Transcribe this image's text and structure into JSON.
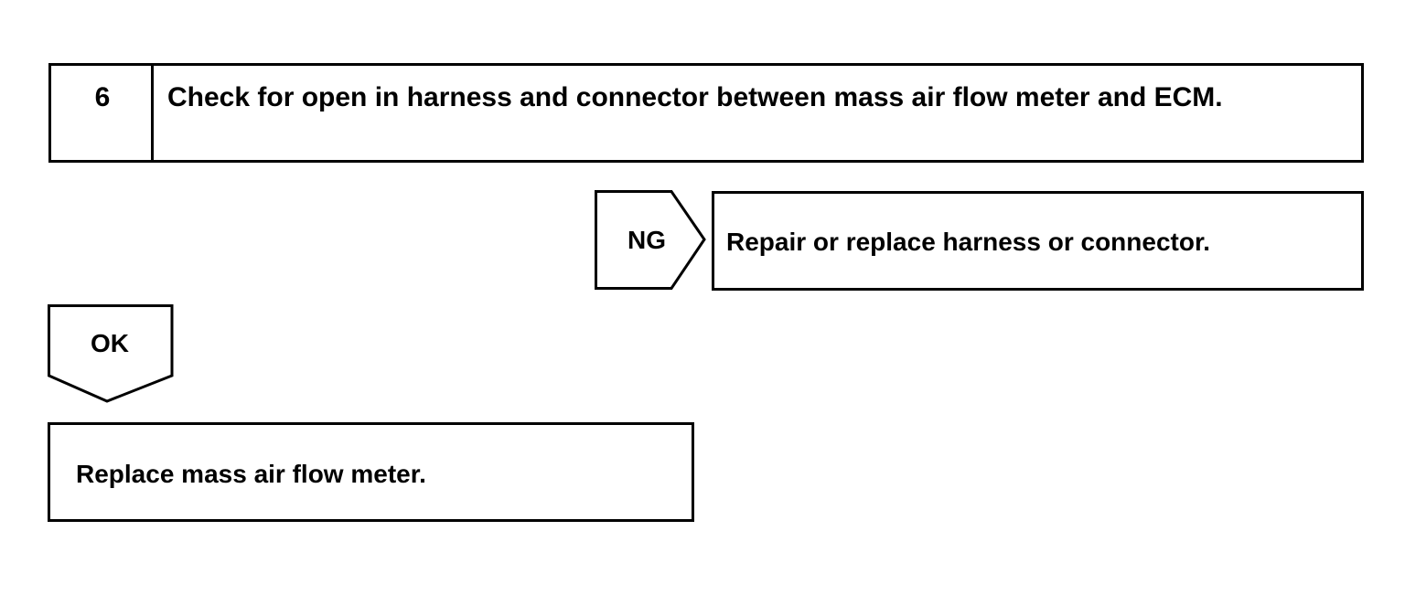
{
  "step": {
    "number": "6",
    "title": "Check for open in harness and connector between mass air flow meter and ECM."
  },
  "ng_branch": {
    "label": "NG",
    "action": "Repair or replace harness or connector."
  },
  "ok_branch": {
    "label": "OK",
    "action": "Replace mass air flow meter."
  }
}
